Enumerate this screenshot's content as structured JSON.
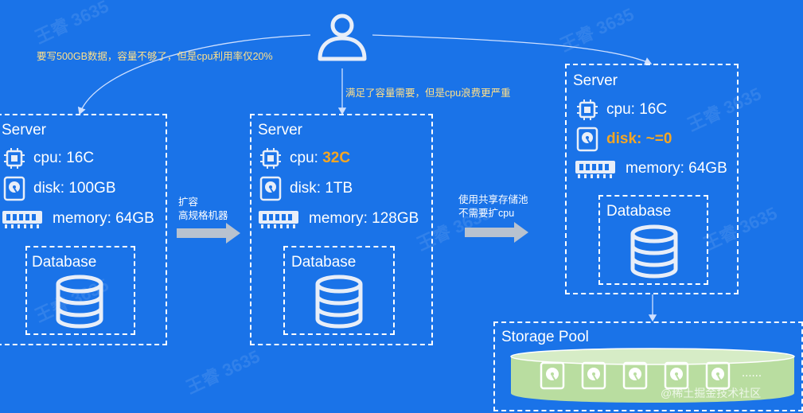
{
  "annotations": {
    "left_arrow": "要写500GB数据，容量不够了，但是cpu利用率仅20%",
    "middle_arrow": "满足了容量需要，但是cpu浪费更严重",
    "scale_up_line1": "扩容",
    "scale_up_line2": "高规格机器",
    "pool_line1": "使用共享存储池",
    "pool_line2": "不需要扩cpu"
  },
  "servers": [
    {
      "title": "Server",
      "cpu": "cpu: 16C",
      "disk": "disk: 100GB",
      "memory": "memory: 64GB",
      "db": "Database"
    },
    {
      "title": "Server",
      "cpu_prefix": "cpu: ",
      "cpu_value": "32C",
      "disk": "disk: 1TB",
      "memory": "memory: 128GB",
      "db": "Database"
    },
    {
      "title": "Server",
      "cpu": "cpu: 16C",
      "disk": "disk: ~=0",
      "memory": "memory: 64GB",
      "db": "Database"
    }
  ],
  "storage_pool": {
    "title": "Storage Pool",
    "more": "......"
  },
  "footer": "@稀土掘金技术社区",
  "colors": {
    "background": "#1a73e8",
    "highlight": "#f5a623",
    "note": "#ffe08a",
    "pool": "#c8e6b0"
  },
  "icons": [
    "user-icon",
    "cpu-icon",
    "disk-icon",
    "memory-icon",
    "database-icon",
    "arrow-right-icon"
  ]
}
